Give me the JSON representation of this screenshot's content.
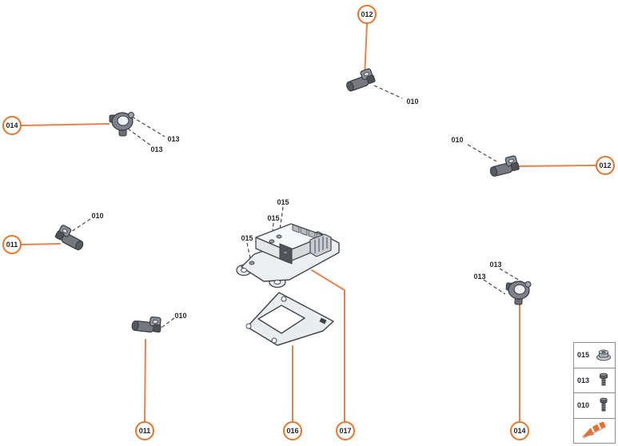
{
  "colors": {
    "accent_orange": "#e8762a",
    "leader_line_orange": "#e8814d",
    "outline_grey": "#44474c",
    "part_fill_light": "#eceef0",
    "part_fill_dark": "#6a6f75"
  },
  "callouts": [
    {
      "label": "012"
    },
    {
      "label": "014"
    },
    {
      "label": "011"
    },
    {
      "label": "012"
    },
    {
      "label": "011"
    },
    {
      "label": "016"
    },
    {
      "label": "017"
    },
    {
      "label": "014"
    }
  ],
  "labels": [
    {
      "label": "010"
    },
    {
      "label": "013"
    },
    {
      "label": "013"
    },
    {
      "label": "010"
    },
    {
      "label": "015"
    },
    {
      "label": "015"
    },
    {
      "label": "015"
    },
    {
      "label": "010"
    },
    {
      "label": "013"
    },
    {
      "label": "013"
    },
    {
      "label": "010"
    }
  ],
  "legend": {
    "rows": [
      {
        "label": "015",
        "icon": "flange-nut-icon"
      },
      {
        "label": "013",
        "icon": "bolt-icon"
      },
      {
        "label": "010",
        "icon": "bolt-icon"
      },
      {
        "label": "",
        "icon": "direction-arrow-icon"
      }
    ]
  }
}
